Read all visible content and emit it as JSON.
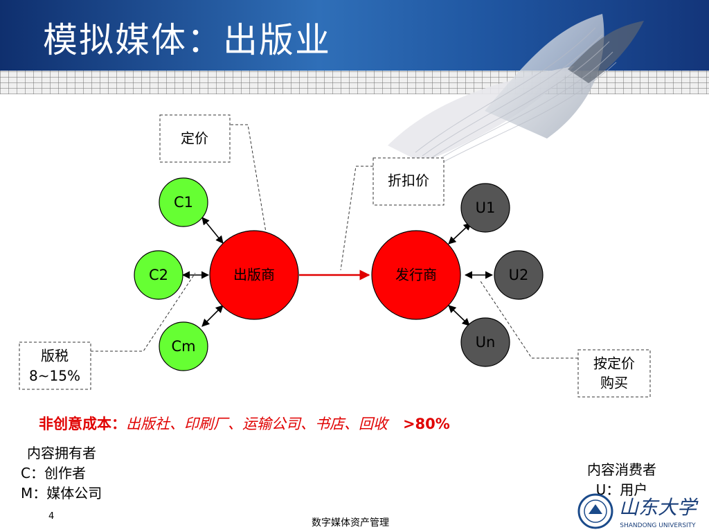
{
  "slide": {
    "title": "模拟媒体：出版业",
    "page_number": "4",
    "footer": "数字媒体资产管理"
  },
  "diagram": {
    "nodes": {
      "publisher": "出版商",
      "distributor": "发行商",
      "c1": "C1",
      "c2": "C2",
      "cm": "Cm",
      "u1": "U1",
      "u2": "U2",
      "un": "Un"
    },
    "callouts": {
      "list_price": "定价",
      "discount_price": "折扣价",
      "royalty_line1": "版税",
      "royalty_line2": "8~15%",
      "buy_line1": "按定价",
      "buy_line2": "购买"
    },
    "colors": {
      "creator": "#66ff33",
      "core": "#ff0000",
      "user": "#555555"
    }
  },
  "notes": {
    "noncreative_label": "非创意成本：",
    "noncreative_items": "出版社、印刷厂、运输公司、书店、回收",
    "noncreative_share": ">80%"
  },
  "legend": {
    "owner_title": "内容拥有者",
    "owner_c": "C：创作者",
    "owner_m": "M：媒体公司",
    "consumer_title": "内容消费者",
    "consumer_u": "U：用户"
  },
  "logo": {
    "university_name_cn": "山东大学",
    "university_name_en": "SHANDONG UNIVERSITY"
  }
}
